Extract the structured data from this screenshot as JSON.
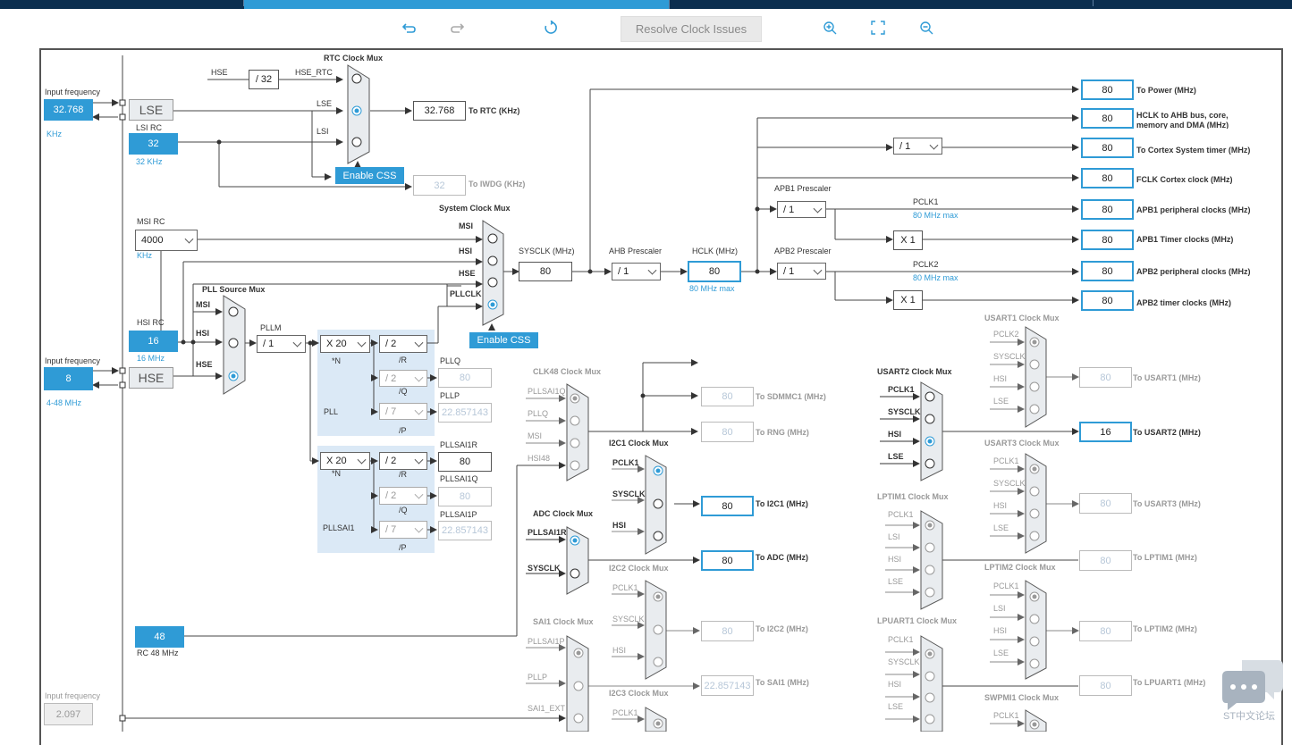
{
  "toolbar": {
    "resolve_label": "Resolve Clock Issues"
  },
  "colors": {
    "accent": "#2f9bd6",
    "nav": "#0b2e4f",
    "line": "#444444",
    "disabled": "#aaaaaa"
  },
  "icons": [
    "undo-icon",
    "redo-icon",
    "refresh-icon",
    "zoom-in-icon",
    "fit-screen-icon",
    "zoom-out-icon",
    "chat-icon"
  ],
  "inputs": {
    "lse": {
      "title": "Input frequency",
      "value": "32.768",
      "unit": "KHz",
      "name": "LSE"
    },
    "lsi": {
      "title": "LSI RC",
      "value": "32",
      "unit": "32 KHz"
    },
    "msi": {
      "title": "MSI RC",
      "value": "4000",
      "unit": "KHz"
    },
    "hsi": {
      "title": "HSI RC",
      "value": "16",
      "unit": "16 MHz"
    },
    "hse": {
      "title": "Input frequency",
      "value": "8",
      "unit": "4-48 MHz",
      "name": "HSE"
    },
    "rc48": {
      "value": "48",
      "label": "RC 48 MHz"
    },
    "sai_ext": {
      "title": "Input frequency",
      "value": "2.097"
    }
  },
  "rtc": {
    "title": "RTC Clock Mux",
    "hse": "HSE",
    "div": "/ 32",
    "hse_rtc": "HSE_RTC",
    "lse": "LSE",
    "lsi": "LSI",
    "out": "32.768",
    "out_label": "To RTC (KHz)",
    "css": "Enable CSS",
    "iwdg": "32",
    "iwdg_label": "To IWDG (KHz)"
  },
  "sys": {
    "title": "System Clock Mux",
    "msi": "MSI",
    "hsi": "HSI",
    "hse": "HSE",
    "pllclk": "PLLCLK",
    "sysclk_label": "SYSCLK (MHz)",
    "sysclk": "80",
    "css": "Enable CSS"
  },
  "ahb": {
    "title": "AHB Prescaler",
    "value": "/ 1",
    "hclk_label": "HCLK (MHz)",
    "hclk": "80",
    "hclk_max": "80 MHz max"
  },
  "pll": {
    "src_title": "PLL Source Mux",
    "msi": "MSI",
    "hsi": "HSI",
    "hse": "HSE",
    "pllm_label": "PLLM",
    "pllm": "/ 1",
    "n": "X 20",
    "n_lbl": "*N",
    "r": "/ 2",
    "r_lbl": "/R",
    "q": "/ 2",
    "q_lbl": "/Q",
    "p": "/ 7",
    "p_lbl": "/P",
    "name": "PLL",
    "pllq_label": "PLLQ",
    "pllq": "80",
    "pllp_label": "PLLP",
    "pllp": "22.857143"
  },
  "pllsai1": {
    "n": "X 20",
    "n_lbl": "*N",
    "r": "/ 2",
    "r_lbl": "/R",
    "q": "/ 2",
    "q_lbl": "/Q",
    "p": "/ 7",
    "p_lbl": "/P",
    "name": "PLLSAI1",
    "r_label": "PLLSAI1R",
    "r_out": "80",
    "q_label": "PLLSAI1Q",
    "q_out": "80",
    "p_label": "PLLSAI1P",
    "p_out": "22.857143"
  },
  "outputs": [
    {
      "value": "80",
      "label": "To Power (MHz)"
    },
    {
      "value": "80",
      "label": "HCLK to AHB bus, core, memory and DMA (MHz)"
    },
    {
      "value": "80",
      "label": "To Cortex System timer (MHz)",
      "div": "/ 1"
    },
    {
      "value": "80",
      "label": "FCLK Cortex clock (MHz)"
    },
    {
      "value": "80",
      "label": "APB1 peripheral clocks (MHz)"
    },
    {
      "value": "80",
      "label": "APB1 Timer clocks (MHz)",
      "mult": "X 1"
    },
    {
      "value": "80",
      "label": "APB2 peripheral clocks (MHz)"
    },
    {
      "value": "80",
      "label": "APB2 timer clocks (MHz)",
      "mult": "X 1"
    }
  ],
  "apb1": {
    "title": "APB1 Prescaler",
    "value": "/ 1",
    "pclk": "PCLK1",
    "max": "80 MHz max"
  },
  "apb2": {
    "title": "APB2 Prescaler",
    "value": "/ 1",
    "pclk": "PCLK2",
    "max": "80 MHz max"
  },
  "clk48": {
    "title": "CLK48 Clock Mux",
    "inputs": [
      "PLLSAI1Q",
      "PLLQ",
      "MSI",
      "HSI48"
    ],
    "sdmmc": "80",
    "sdmmc_label": "To SDMMC1 (MHz)",
    "rng": "80",
    "rng_label": "To RNG (MHz)"
  },
  "i2c1": {
    "title": "I2C1 Clock Mux",
    "inputs": [
      "PCLK1",
      "SYSCLK",
      "HSI"
    ],
    "value": "80",
    "label": "To I2C1 (MHz)"
  },
  "adc": {
    "title": "ADC Clock Mux",
    "inputs": [
      "PLLSAI1R",
      "SYSCLK"
    ],
    "value": "80",
    "label": "To ADC (MHz)"
  },
  "i2c2": {
    "title": "I2C2 Clock Mux",
    "inputs": [
      "PCLK1",
      "SYSCLK",
      "HSI"
    ],
    "value": "80",
    "label": "To I2C2 (MHz)"
  },
  "sai1": {
    "title": "SAI1 Clock Mux",
    "inputs": [
      "PLLSAI1P",
      "PLLP",
      "SAI1_EXT"
    ],
    "value": "22.857143",
    "label": "To SAI1 (MHz)"
  },
  "i2c3": {
    "title": "I2C3 Clock Mux",
    "inputs": [
      "PCLK1"
    ]
  },
  "usart1": {
    "title": "USART1 Clock Mux",
    "inputs": [
      "PCLK2",
      "SYSCLK",
      "HSI",
      "LSE"
    ],
    "value": "80",
    "label": "To USART1 (MHz)"
  },
  "usart2": {
    "title": "USART2 Clock Mux",
    "inputs": [
      "PCLK1",
      "SYSCLK",
      "HSI",
      "LSE"
    ],
    "value": "16",
    "label": "To USART2 (MHz)"
  },
  "usart3": {
    "title": "USART3 Clock Mux",
    "inputs": [
      "PCLK1",
      "SYSCLK",
      "HSI",
      "LSE"
    ],
    "value": "80",
    "label": "To USART3 (MHz)"
  },
  "lptim1": {
    "title": "LPTIM1 Clock Mux",
    "inputs": [
      "PCLK1",
      "LSI",
      "HSI",
      "LSE"
    ],
    "value": "80",
    "label": "To LPTIM1 (MHz)"
  },
  "lptim2": {
    "title": "LPTIM2 Clock Mux",
    "inputs": [
      "PCLK1",
      "LSI",
      "HSI",
      "LSE"
    ],
    "value": "80",
    "label": "To LPTIM2 (MHz)"
  },
  "lpuart1": {
    "title": "LPUART1 Clock Mux",
    "inputs": [
      "PCLK1",
      "SYSCLK",
      "HSI",
      "LSE"
    ],
    "value": "80",
    "label": "To LPUART1 (MHz)"
  },
  "swpmi1": {
    "title": "SWPMI1 Clock Mux",
    "inputs": [
      "PCLK1"
    ]
  },
  "watermark": "ST中文论坛"
}
